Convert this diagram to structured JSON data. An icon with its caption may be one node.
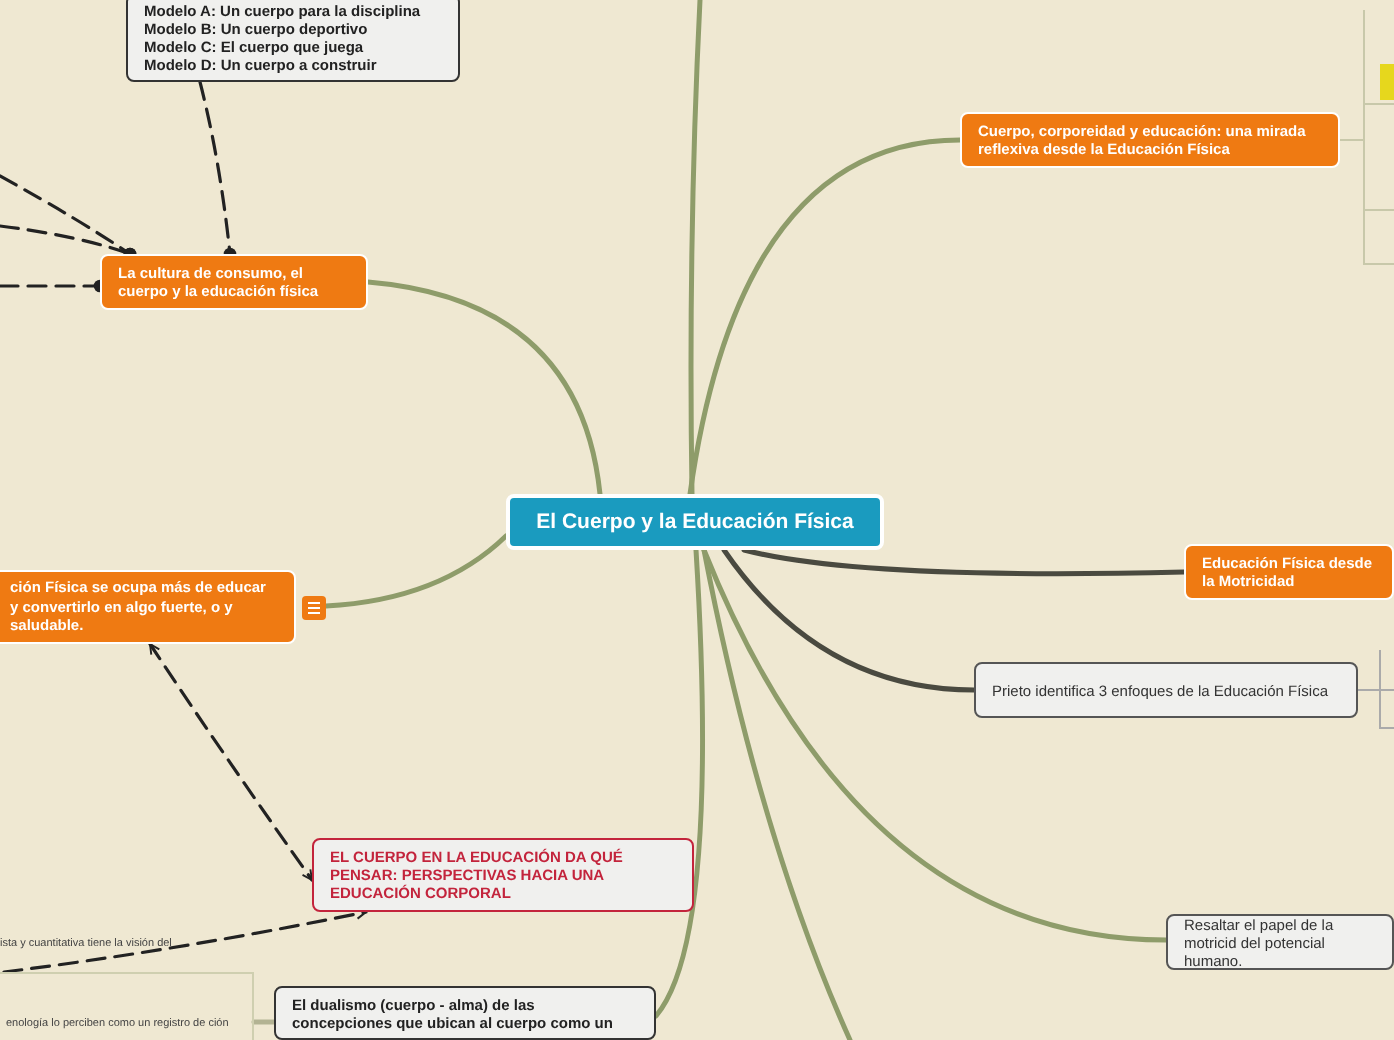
{
  "diagram": {
    "nodes": [
      {
        "text": [
          "El  Cuerpo y la Educación Física"
        ]
      },
      {
        "text": [
          "Modelo A: Un cuerpo para la disciplina",
          "Modelo B: Un cuerpo deportivo",
          "Modelo C: El cuerpo que juega",
          "Modelo D: Un cuerpo a construir"
        ]
      },
      {
        "text": [
          "La cultura de consumo, el cuerpo y la educación física"
        ]
      },
      {
        "text": [
          "ción Física se ocupa más de educar y convertirlo en algo fuerte, o y saludable."
        ]
      },
      {
        "text": [
          "EL CUERPO EN LA EDUCACIÓN DA QUÉ PENSAR: PERSPECTIVAS HACIA UNA EDUCACIÓN CORPORAL"
        ]
      },
      {
        "text": [
          "El dualismo (cuerpo - alma) de las concepciones que ubican al cuerpo como un"
        ]
      },
      {
        "text": [
          "Cuerpo, corporeidad y educación: una mirada reflexiva desde la Educación Física"
        ]
      },
      {
        "text": [
          "Educación Física desde la Motricidad"
        ]
      },
      {
        "text": [
          "Prieto identifica 3 enfoques de la Educación Física"
        ]
      },
      {
        "text": [
          "Resaltar el papel de la motricid del potencial humano."
        ]
      },
      {
        "text": [
          "ista y cuantitativa tiene la visión del"
        ]
      },
      {
        "text": [
          "enología lo perciben como un registro de ción"
        ]
      }
    ],
    "edges": [
      {
        "from": 0,
        "to": 2,
        "arrow": "none"
      },
      {
        "from": 0,
        "to": 3,
        "arrow": "none"
      },
      {
        "from": 0,
        "to": 6,
        "arrow": "none"
      },
      {
        "from": 0,
        "to": 7,
        "arrow": "none",
        "color": "#4a4a40"
      },
      {
        "from": 0,
        "to": 8,
        "arrow": "none",
        "color": "#4a4a40"
      },
      {
        "from": 0,
        "to": 9,
        "arrow": "none"
      },
      {
        "from": 0,
        "to": 5,
        "arrow": "none"
      },
      {
        "from": 0,
        "to": null,
        "arrow": "none"
      },
      {
        "from": 0,
        "to": null,
        "arrow": "none"
      },
      {
        "from": 1,
        "to": 2,
        "arrow": "other",
        "style": "dashed",
        "color": "#222222"
      },
      {
        "from": null,
        "to": 2,
        "arrow": "other",
        "style": "dashed",
        "color": "#222222"
      },
      {
        "from": null,
        "to": 2,
        "arrow": "other",
        "style": "dashed",
        "color": "#222222"
      },
      {
        "from": null,
        "to": 2,
        "arrow": "other",
        "style": "dashed",
        "color": "#222222"
      },
      {
        "from": 3,
        "to": 4,
        "arrow": "both",
        "style": "dashed",
        "color": "#222222"
      },
      {
        "from": 11,
        "to": 4,
        "arrow": "to",
        "style": "dashed",
        "color": "#222222"
      },
      {
        "from": 5,
        "to": 11,
        "arrow": "none",
        "color": "#b3b393"
      }
    ]
  }
}
